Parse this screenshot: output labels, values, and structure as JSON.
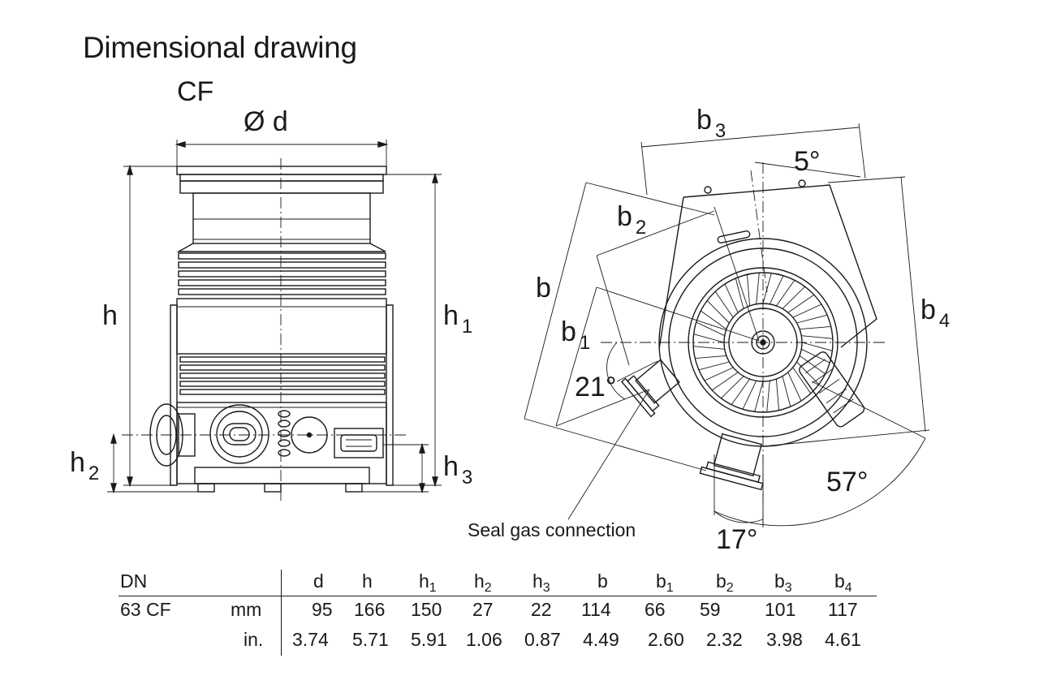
{
  "title": "Dimensional drawing",
  "variant": "CF",
  "labels": {
    "diameter": "Ø d",
    "h": "h",
    "h1_base": "h",
    "h1_sub": "1",
    "h2_base": "h",
    "h2_sub": "2",
    "h3_base": "h",
    "h3_sub": "3",
    "b": "b",
    "b1_base": "b",
    "b1_sub": "1",
    "b2_base": "b",
    "b2_sub": "2",
    "b3_base": "b",
    "b3_sub": "3",
    "b4_base": "b",
    "b4_sub": "4",
    "angle_5": "5°",
    "angle_21": "21°",
    "angle_57": "57°",
    "angle_17": "17°",
    "seal_gas": "Seal gas connection"
  },
  "table": {
    "col0_header": "DN",
    "headers": [
      {
        "base": "d",
        "sub": ""
      },
      {
        "base": "h",
        "sub": ""
      },
      {
        "base": "h",
        "sub": "1"
      },
      {
        "base": "h",
        "sub": "2"
      },
      {
        "base": "h",
        "sub": "3"
      },
      {
        "base": "b",
        "sub": ""
      },
      {
        "base": "b",
        "sub": "1"
      },
      {
        "base": "b",
        "sub": "2"
      },
      {
        "base": "b",
        "sub": "3"
      },
      {
        "base": "b",
        "sub": "4"
      }
    ],
    "rows": [
      {
        "dn": "63 CF",
        "unit": "mm",
        "values": [
          "95",
          "166",
          "150",
          "27",
          "22",
          "114",
          "66",
          "59",
          "101",
          "117"
        ]
      },
      {
        "dn": "",
        "unit": "in.",
        "values": [
          "3.74",
          "5.71",
          "5.91",
          "1.06",
          "0.87",
          "4.49",
          "2.60",
          "2.32",
          "3.98",
          "4.61"
        ]
      }
    ]
  }
}
